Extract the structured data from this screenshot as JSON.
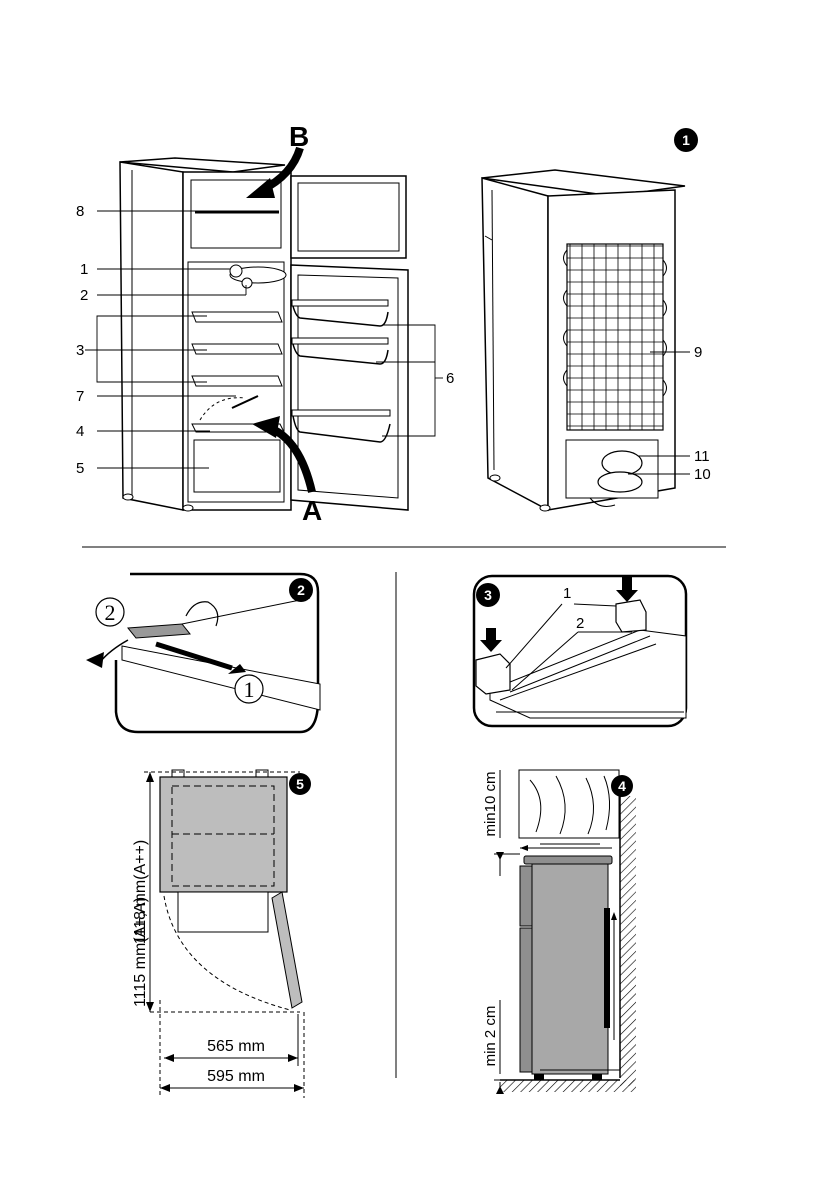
{
  "figure1": {
    "badge": "1",
    "arrow_b": "B",
    "arrow_a": "A",
    "labels": {
      "l8": "8",
      "l1": "1",
      "l2": "2",
      "l3": "3",
      "l7": "7",
      "l4": "4",
      "l5": "5",
      "l6": "6",
      "l9": "9",
      "l11": "11",
      "l10": "10"
    }
  },
  "figure2": {
    "badge": "2",
    "step1": "1",
    "step2": "2"
  },
  "figure3": {
    "badge": "3",
    "label1": "1",
    "label2": "2"
  },
  "figure5": {
    "badge": "5",
    "depth_a": "1118 mm(A++)",
    "depth_b": "1115 mm(A+,A)",
    "width_inner": "565 mm",
    "width_outer": "595 mm"
  },
  "figure4": {
    "badge": "4",
    "top_clearance": "min10 cm",
    "bottom_clearance": "min 2 cm"
  },
  "colors": {
    "line": "#000000",
    "fill_gray": "#bdbdbd",
    "fill_dark": "#8f8f8f"
  }
}
